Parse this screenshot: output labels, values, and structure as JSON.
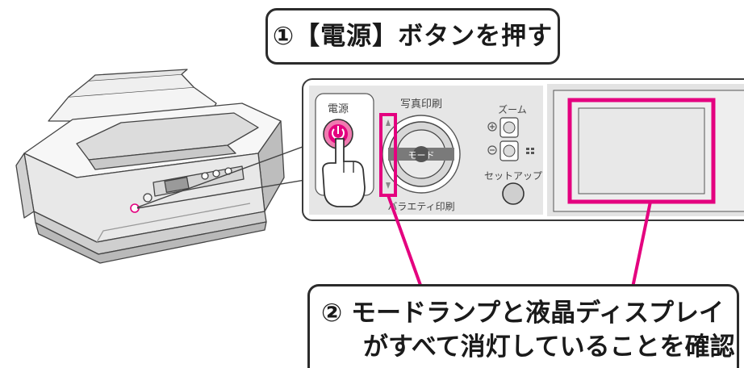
{
  "step1": {
    "number": "①",
    "text": "【電源】ボタンを押す"
  },
  "step2": {
    "number": "②",
    "line1": "モードランプと液晶ディスプレイ",
    "line2": "がすべて消灯していることを確認"
  },
  "panel": {
    "power_label": "電源",
    "photo_print_label": "写真印刷",
    "variety_print_label": "バラエティ印刷",
    "mode_label": "モード",
    "zoom_label": "ズーム",
    "setup_label": "セットアップ"
  },
  "colors": {
    "highlight": "#e4007f",
    "panel_fill": "#e6e6e6",
    "outline": "#3a3a3a",
    "lcd_fill": "#e8e8e8",
    "power_button": "#f07ab0"
  }
}
